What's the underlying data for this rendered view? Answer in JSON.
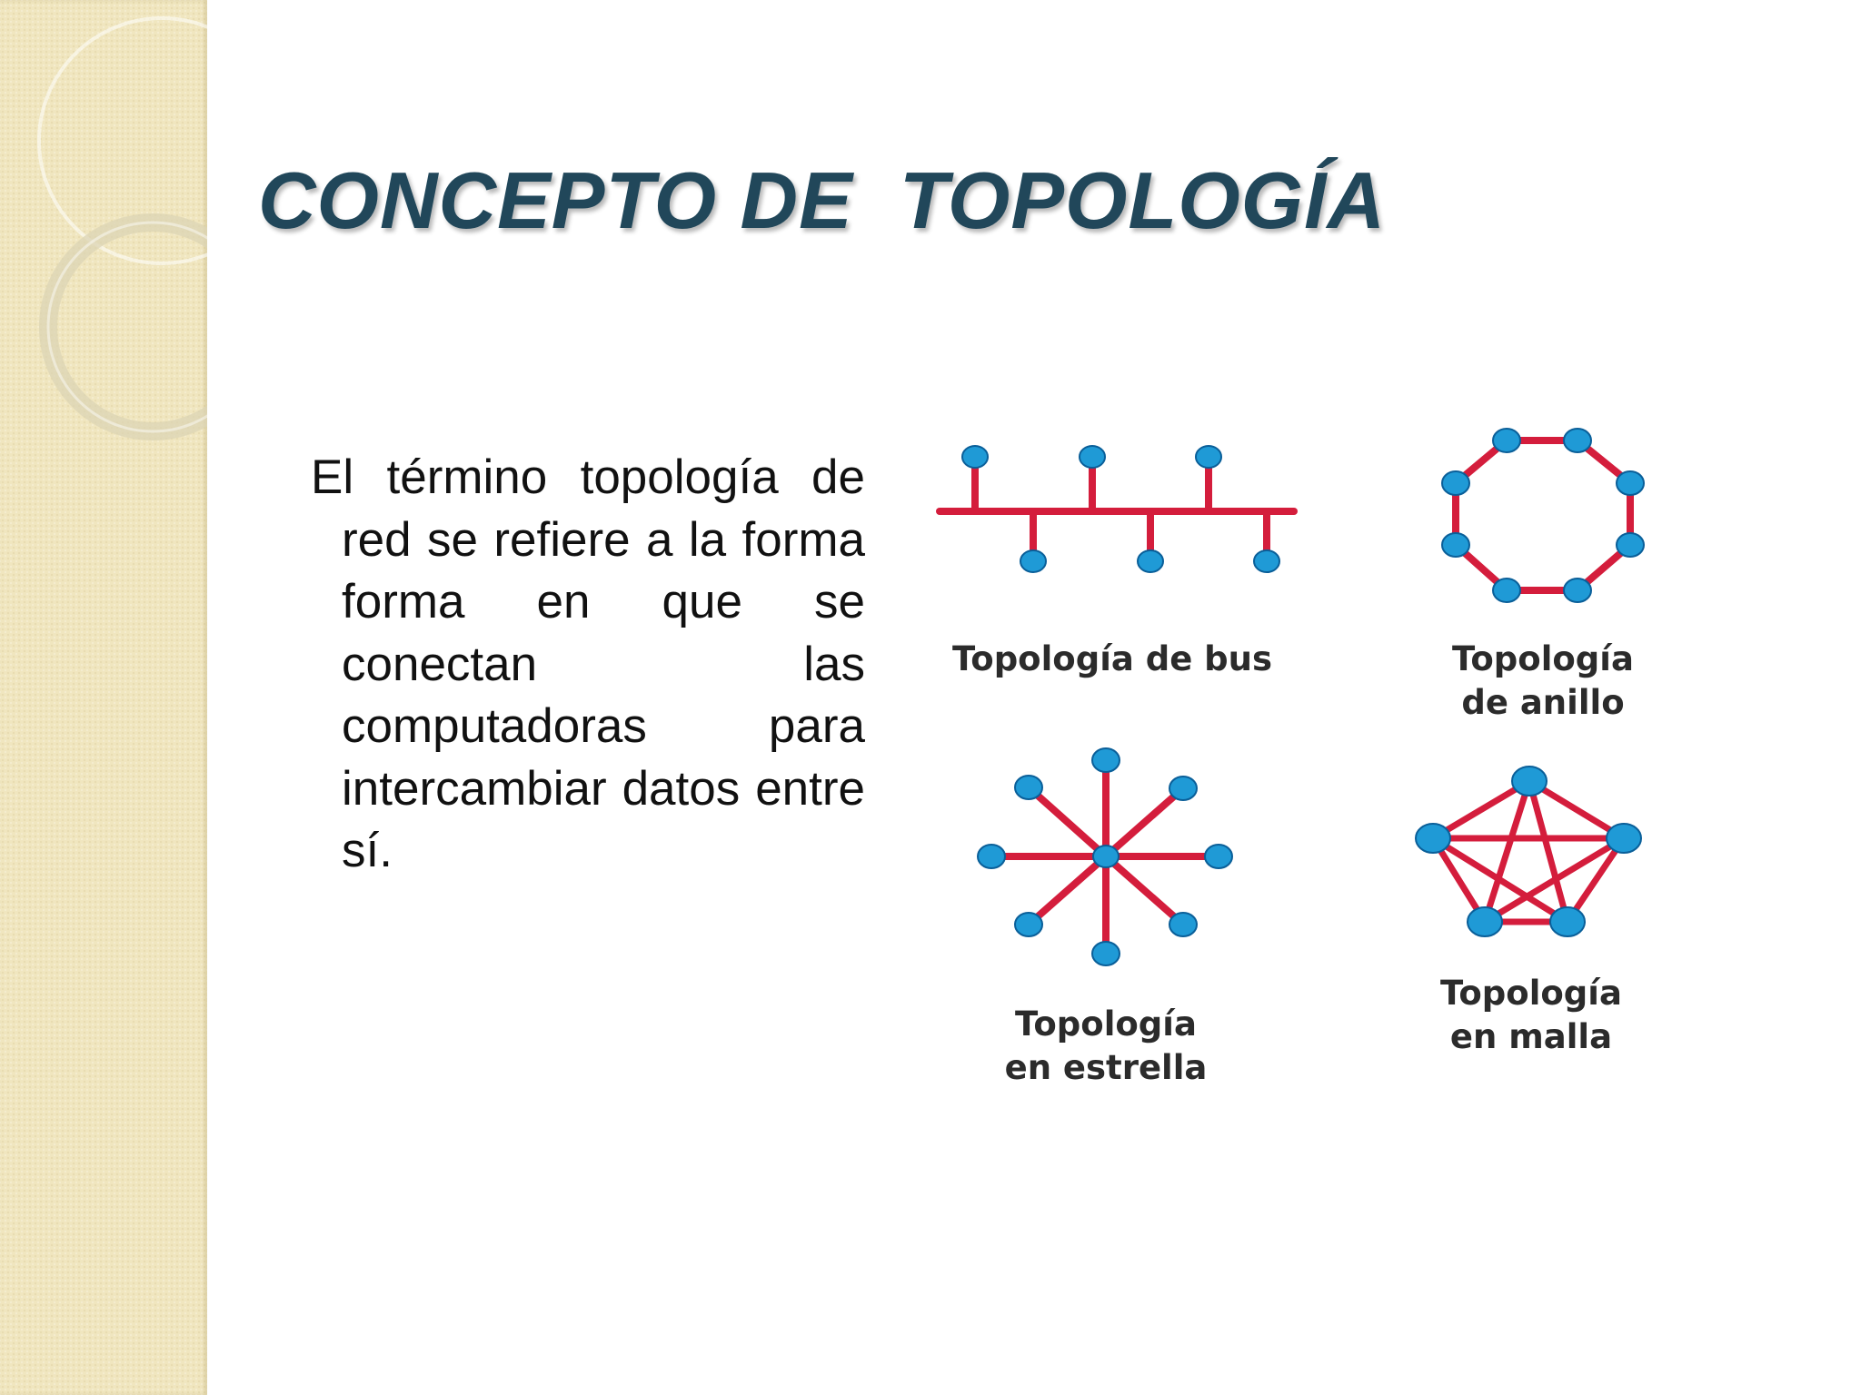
{
  "slide": {
    "title": "CONCEPTO DE  TOPOLOGÍA",
    "body": "El término topología de red se refiere a la forma forma en que se conectan las computadoras para intercambiar datos entre sí."
  },
  "diagrams": {
    "bus": {
      "label": "Topología de bus"
    },
    "ring": {
      "label_line1": "Topología",
      "label_line2": "de anillo"
    },
    "star": {
      "label_line1": "Topología",
      "label_line2": "en estrella"
    },
    "mesh": {
      "label_line1": "Topología",
      "label_line2": "en malla"
    }
  },
  "colors": {
    "title": "#21475a",
    "link": "#d41d3c",
    "node": "#1f9ad6",
    "node_border": "#0a5f99",
    "sidebar": "#f0e6bf"
  }
}
